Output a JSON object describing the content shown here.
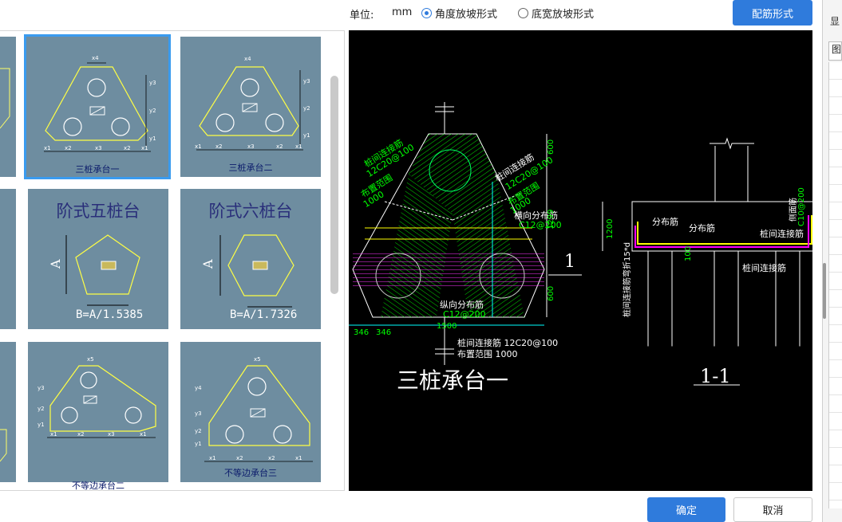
{
  "toolbar": {
    "unit_label": "单位:",
    "unit_value": "mm",
    "radio_angle": "角度放坡形式",
    "radio_width": "底宽放坡形式",
    "rebar_button": "配筋形式"
  },
  "gallery": {
    "tiles": {
      "t1": "三桩承台一",
      "t2": "三桩承台二",
      "t3_title": "阶式五桩台",
      "t3_formula": "B=A/1.5385",
      "t4_title": "阶式六桩台",
      "t4_formula": "B=A/1.7326",
      "t5": "不等边承台二",
      "t6": "不等边承台三"
    },
    "dim_labels": {
      "x": "x1",
      "x2": "x2",
      "x3": "x3",
      "x4": "x4",
      "x5": "x5",
      "y1": "y1",
      "y2": "y2",
      "y3": "y3",
      "a": "A"
    }
  },
  "preview": {
    "title_main": "三桩承台一",
    "title_section": "1-1",
    "section_mark": "1",
    "labels": {
      "l1": "桩间连接筋",
      "l2": "12C20@100",
      "l3": "布置范围",
      "l4": "1000",
      "l5": "桩间连接筋",
      "l6": "12C20@100",
      "l7": "布置范围",
      "l8": "1000",
      "l9": "横向分布筋",
      "l10": "C12@200",
      "l11": "纵向分布筋",
      "l12": "C12@200",
      "l13": "桩间连接筋 12C20@100",
      "l14": "布置范围 1000",
      "d600a": "600",
      "d1299": "1299",
      "d600b": "600",
      "d346a": "346",
      "d346b": "346",
      "d1500": "1500",
      "s1": "分布筋",
      "s2": "分布筋",
      "s3": "桩间连接筋",
      "s4": "桩间连接筋",
      "s5": "侧面筋",
      "s6": "C10@200",
      "s7": "1200",
      "s8": "桩间连接筋弯折15*d",
      "s9": "100"
    }
  },
  "footer": {
    "ok": "确定",
    "cancel": "取消"
  },
  "right_panel": {
    "tab": "显",
    "tab2": "图"
  },
  "colors": {
    "accent": "#2f7bdc",
    "tile_bg": "#6e8da0",
    "cad_green": "#00ff00",
    "cad_magenta": "#ff00ff",
    "cad_yellow": "#ffff00",
    "cad_cyan": "#00ffff"
  }
}
